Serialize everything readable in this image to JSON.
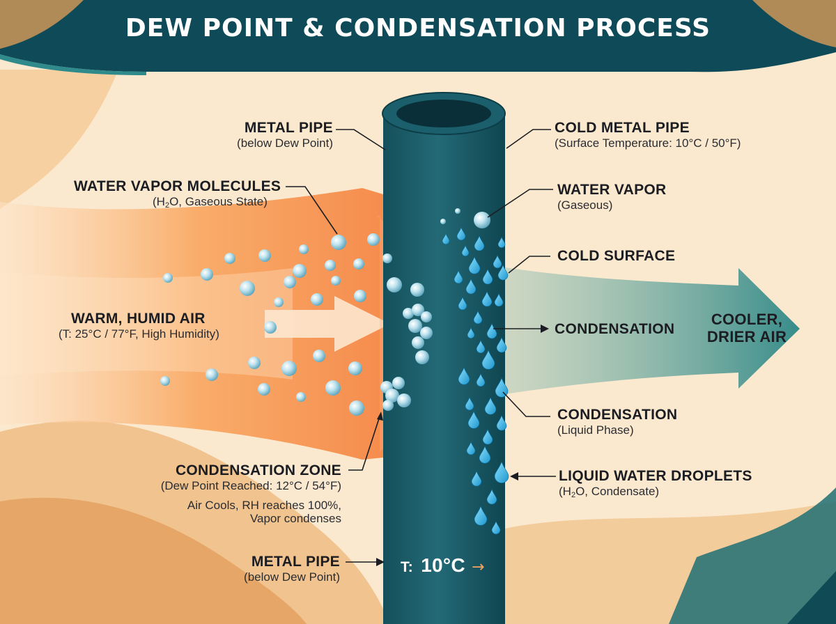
{
  "title": "DEW POINT & CONDENSATION PROCESS",
  "labels": {
    "metal_pipe_top": {
      "head": "METAL PIPE",
      "sub": "(below Dew Point)"
    },
    "water_vapor_molecules": {
      "head": "WATER VAPOR MOLECULES",
      "sub_pre": "(H",
      "sub_mid": "2",
      "sub_post": "O, Gaseous State)"
    },
    "warm_humid_air": {
      "head": "WARM, HUMID AIR",
      "sub": "(T: 25°C / 77°F, High Humidity)"
    },
    "condensation_zone": {
      "head": "CONDENSATION ZONE",
      "sub": "(Dew Point Reached: 12°C / 54°F)",
      "line2": "Air Cools, RH reaches 100%,",
      "line3": "Vapor condenses"
    },
    "metal_pipe_bottom": {
      "head": "METAL PIPE",
      "sub": "(below Dew Point)"
    },
    "cold_metal_pipe": {
      "head": "COLD METAL PIPE",
      "sub": "(Surface Temperature: 10°C / 50°F)"
    },
    "water_vapor": {
      "head": "WATER VAPOR",
      "sub": "(Gaseous)"
    },
    "cold_surface": {
      "head": "COLD SURFACE"
    },
    "condensation_mid": {
      "head": "CONDENSATION"
    },
    "condensation_liquid": {
      "head": "CONDENSATION",
      "sub": "(Liquid Phase)"
    },
    "liquid_droplets": {
      "head": "LIQUID WATER DROPLETS",
      "sub_pre": "(H",
      "sub_mid": "2",
      "sub_post": "O, Condensate)"
    },
    "cooler_air": {
      "line1": "COOLER,",
      "line2": "DRIER AIR"
    },
    "pipe_temp": {
      "prefix": "T:",
      "value": "10°C",
      "arrow": "→"
    }
  },
  "colors": {
    "banner": "#0e4a57",
    "pipe": "#1c5e6a",
    "warm_air": "#f58d4a",
    "cool_air": "#2f8c8c",
    "droplet": "#3fb5e0",
    "sand": "#e8ab68"
  },
  "icons": [
    "water-droplet-icon",
    "vapor-bubble-icon",
    "flow-arrow-icon"
  ]
}
